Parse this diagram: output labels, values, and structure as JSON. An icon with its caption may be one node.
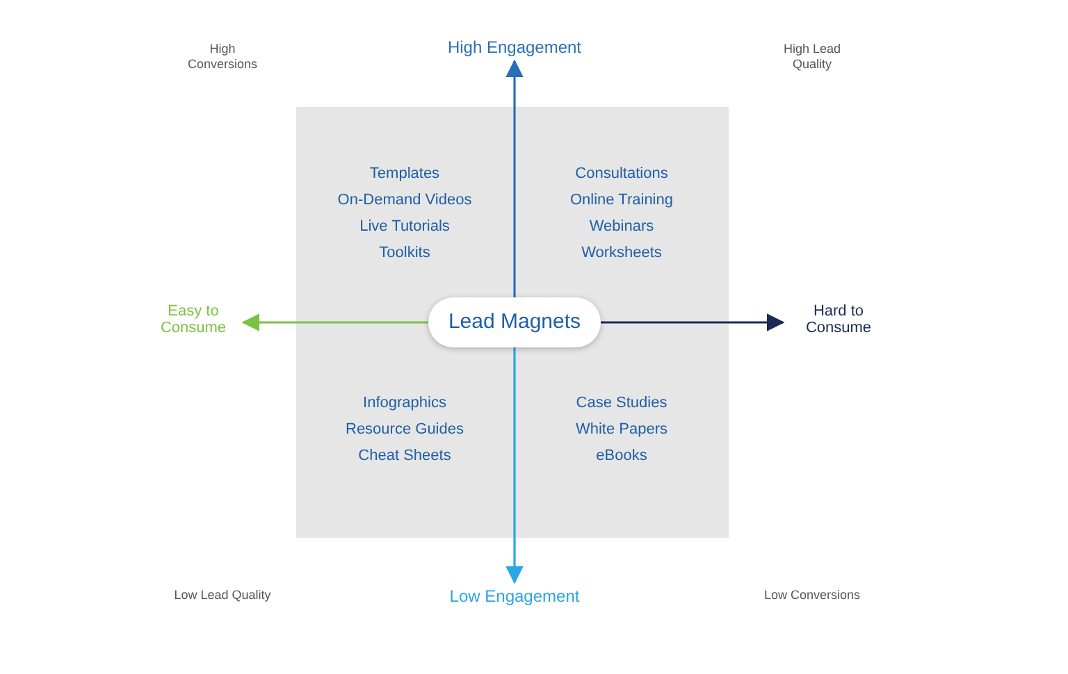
{
  "diagram": {
    "nodes": [
      {
        "text": [
          "Lead Magnets"
        ]
      },
      {
        "text": [
          "High Engagement"
        ]
      },
      {
        "text": [
          "Easy to Consume"
        ]
      },
      {
        "text": [
          "Hard to Consume"
        ]
      },
      {
        "text": [
          "Low Engagement"
        ]
      }
    ],
    "edges": [
      {
        "from": 0,
        "to": 1,
        "arrow": "to",
        "color": "#2a6ebb"
      },
      {
        "from": 0,
        "to": 2,
        "arrow": "to",
        "color": "#7cc242"
      },
      {
        "from": 0,
        "to": 3,
        "arrow": "to",
        "color": "#1b2a55"
      },
      {
        "from": 0,
        "to": 4,
        "arrow": "to",
        "color": "#2aa5e6"
      }
    ],
    "labels": [
      "High Conversions",
      "High Lead Quality",
      "Templates",
      "Consultations",
      "On-Demand Videos",
      "Online Training",
      "Live Tutorials",
      "Webinars",
      "Toolkits",
      "Worksheets",
      "Infographics",
      "Case Studies",
      "Resource Guides",
      "White Papers",
      "Cheat Sheets",
      "eBooks",
      "Low Lead Quality",
      "Low Conversions"
    ]
  }
}
